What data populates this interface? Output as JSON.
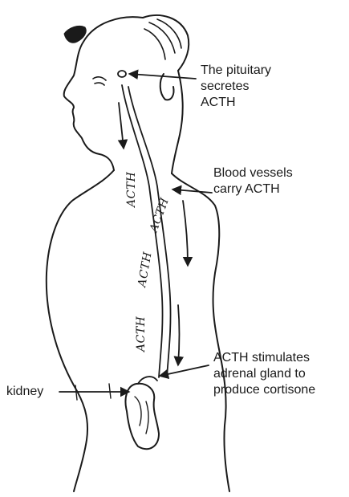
{
  "callouts": {
    "pituitary": [
      "The pituitary",
      "secretes",
      "ACTH"
    ],
    "vessels": [
      "Blood vessels",
      "carry ACTH"
    ],
    "adrenal": [
      "ACTH stimulates",
      "adrenal gland to",
      "produce cortisone"
    ],
    "kidney": "kidney"
  },
  "hormone_tags": [
    "ACTH",
    "ACTH",
    "ACTH",
    "ACTH"
  ],
  "colors": {
    "ink": "#1a1a1a",
    "paper": "#ffffff"
  }
}
